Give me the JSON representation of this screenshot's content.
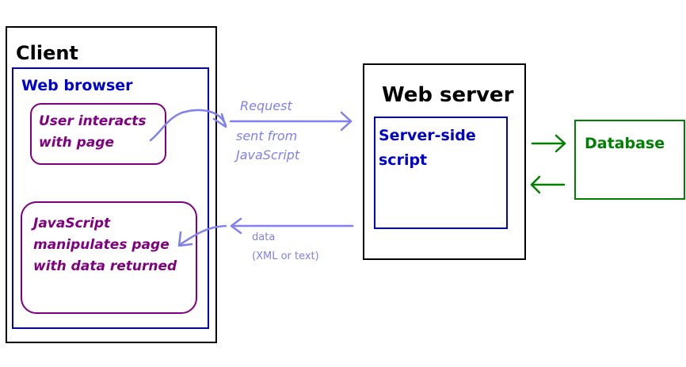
{
  "client": {
    "title": "Client"
  },
  "browser": {
    "title": "Web browser"
  },
  "interact": {
    "text": "User interacts with page"
  },
  "js": {
    "text": "JavaScript manipulates page with data returned"
  },
  "server": {
    "title": "Web server"
  },
  "script": {
    "text": "Server-side script"
  },
  "database": {
    "text": "Database"
  },
  "request": {
    "label": "Request",
    "sent": "sent from JavaScript"
  },
  "response": {
    "label": "data",
    "sub": "(XML or text)"
  },
  "colors": {
    "black": "#000000",
    "blue": "#0000cc",
    "purple": "#800080",
    "green": "#008000",
    "light_blue": "#8080ee"
  }
}
